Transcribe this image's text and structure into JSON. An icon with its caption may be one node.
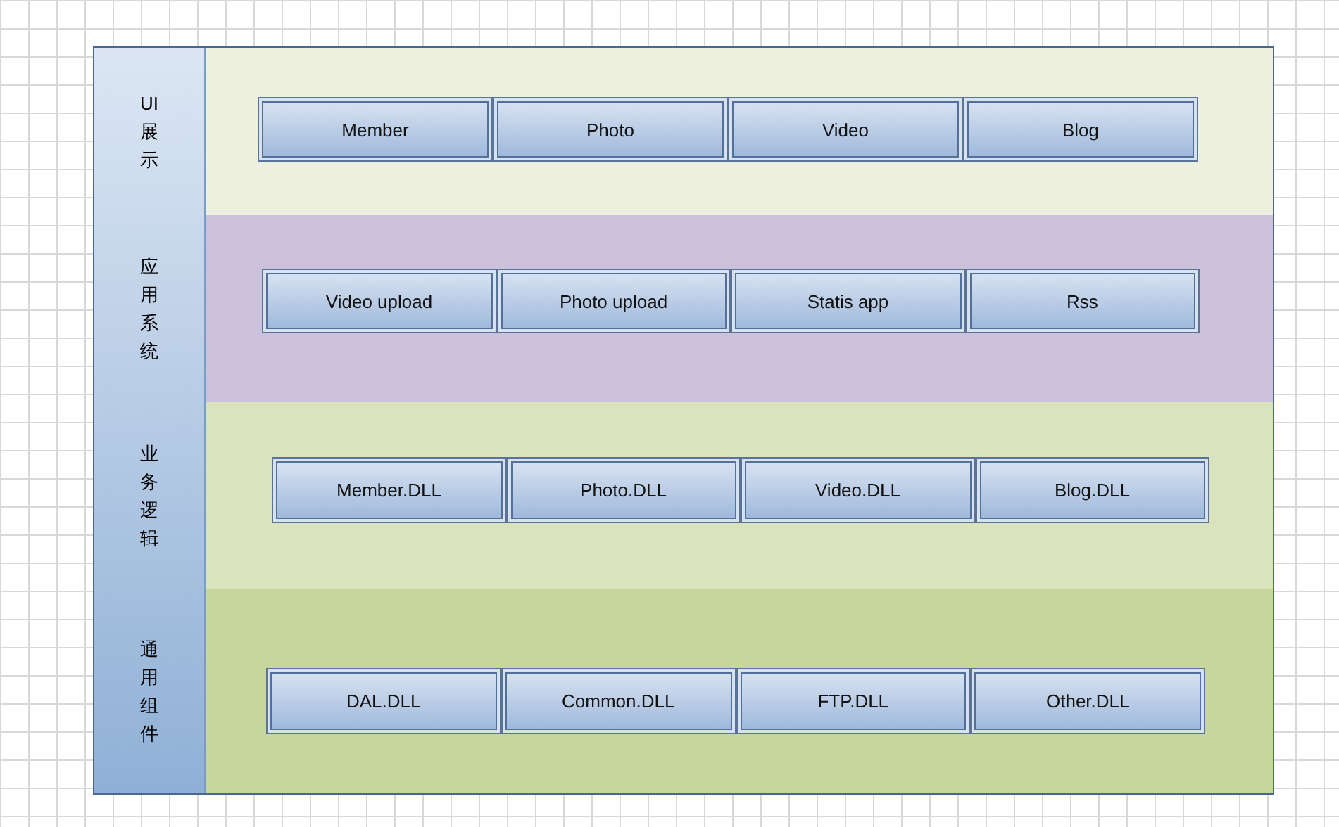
{
  "diagram": {
    "nodes": [
      {
        "text": [
          "UI展示"
        ]
      },
      {
        "text": [
          "Member"
        ],
        "in": 0
      },
      {
        "text": [
          "Photo"
        ],
        "in": 0
      },
      {
        "text": [
          "Video"
        ],
        "in": 0
      },
      {
        "text": [
          "Blog"
        ],
        "in": 0
      },
      {
        "text": [
          "应用系统"
        ]
      },
      {
        "text": [
          "Video upload"
        ],
        "in": 5
      },
      {
        "text": [
          "Photo upload"
        ],
        "in": 5
      },
      {
        "text": [
          "Statis app"
        ],
        "in": 5
      },
      {
        "text": [
          "Rss"
        ],
        "in": 5
      },
      {
        "text": [
          "业务逻辑"
        ]
      },
      {
        "text": [
          "Member.DLL"
        ],
        "in": 10
      },
      {
        "text": [
          "Photo.DLL"
        ],
        "in": 10
      },
      {
        "text": [
          "Video.DLL"
        ],
        "in": 10
      },
      {
        "text": [
          "Blog.DLL"
        ],
        "in": 10
      },
      {
        "text": [
          "通用组件"
        ]
      },
      {
        "text": [
          "DAL.DLL"
        ],
        "in": 15
      },
      {
        "text": [
          "Common.DLL"
        ],
        "in": 15
      },
      {
        "text": [
          "FTP.DLL"
        ],
        "in": 15
      },
      {
        "text": [
          "Other.DLL"
        ],
        "in": 15
      }
    ],
    "edges": []
  }
}
